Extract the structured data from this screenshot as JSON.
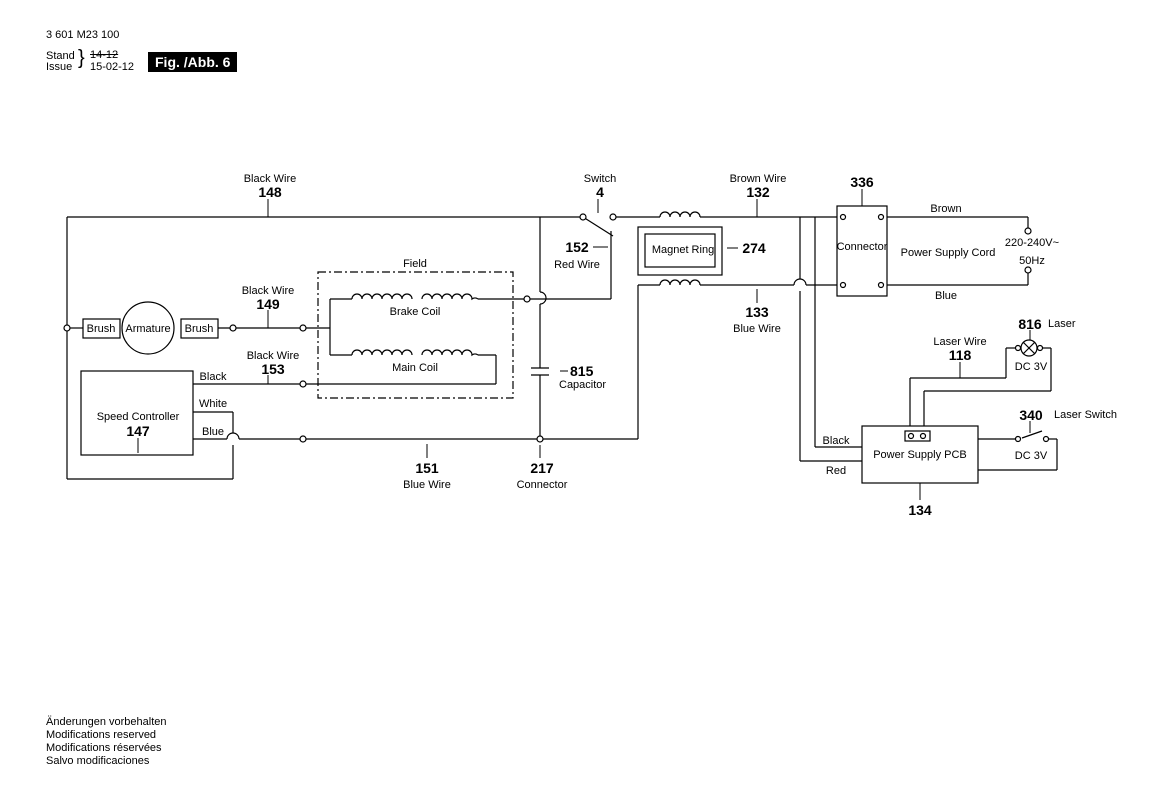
{
  "header": {
    "doc_number": "3 601 M23 100",
    "stand_label": "Stand",
    "issue_label": "Issue",
    "old_date": "14-12",
    "new_date": "15-02-12",
    "figure": "Fig. /Abb. 6"
  },
  "diagram": {
    "black_wire_148": {
      "title": "Black Wire",
      "num": "148"
    },
    "switch_4": {
      "title": "Switch",
      "num": "4"
    },
    "brown_wire_132": {
      "title": "Brown Wire",
      "num": "132"
    },
    "connector_336": {
      "num": "336",
      "label": "Connector"
    },
    "red_wire_152": {
      "num": "152",
      "title": "Red Wire"
    },
    "magnet_ring_274": {
      "label": "Magnet Ring",
      "num": "274"
    },
    "field": "Field",
    "black_wire_149": {
      "title": "Black Wire",
      "num": "149"
    },
    "brake_coil": "Brake Coil",
    "main_coil": "Main Coil",
    "brush_left": "Brush",
    "armature": "Armature",
    "brush_right": "Brush",
    "black_wire_153": {
      "title": "Black Wire",
      "num": "153"
    },
    "speed_controller_147": {
      "label": "Speed Controller",
      "num": "147",
      "black": "Black",
      "white": "White",
      "blue": "Blue"
    },
    "capacitor_815": {
      "num": "815",
      "label": "Capacitor"
    },
    "blue_wire_151": {
      "num": "151",
      "title": "Blue Wire"
    },
    "connector_217": {
      "num": "217",
      "label": "Connector"
    },
    "blue_wire_133": {
      "num": "133",
      "title": "Blue Wire"
    },
    "power_cord": {
      "brown": "Brown",
      "blue": "Blue",
      "label": "Power Supply Cord",
      "voltage": "220-240V~",
      "freq": "50Hz"
    },
    "laser_816": {
      "num": "816",
      "label": "Laser",
      "dc": "DC 3V"
    },
    "laser_wire_118": {
      "title": "Laser Wire",
      "num": "118"
    },
    "laser_switch_340": {
      "num": "340",
      "label": "Laser Switch",
      "dc": "DC 3V"
    },
    "pcb_134": {
      "label": "Power Supply PCB",
      "num": "134",
      "black": "Black",
      "red": "Red"
    }
  },
  "footer": {
    "de": "Änderungen vorbehalten",
    "en": "Modifications reserved",
    "fr": "Modifications réservées",
    "es": "Salvo modificaciones"
  }
}
